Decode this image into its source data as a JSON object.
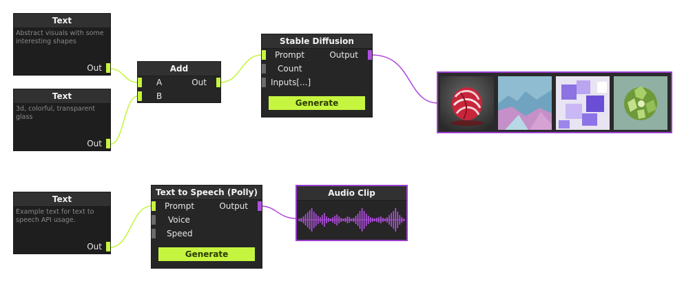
{
  "text_nodes": [
    {
      "title": "Text",
      "content": "Abstract visuals with some interesting shapes",
      "out": "Out"
    },
    {
      "title": "Text",
      "content": "3d, colorful, transparent glass",
      "out": "Out"
    },
    {
      "title": "Text",
      "content": "Example text for text to speech API usage.",
      "out": "Out"
    }
  ],
  "add_node": {
    "title": "Add",
    "input_a": "A",
    "input_b": "B",
    "output": "Out"
  },
  "sd_node": {
    "title": "Stable Diffusion",
    "prompt": "Prompt",
    "count": "Count",
    "inputs": "Inputs[...]",
    "output": "Output",
    "button": "Generate"
  },
  "tts_node": {
    "title": "Text to Speech (Polly)",
    "prompt": "Prompt",
    "voice": "Voice",
    "speed": "Speed",
    "output": "Output",
    "button": "Generate"
  },
  "audio_node": {
    "title": "Audio Clip"
  },
  "gallery": {
    "images": [
      "red-swirl-sculpture",
      "blue-pink-landscape",
      "purple-glass-cubes",
      "green-crystal-cluster"
    ]
  },
  "colors": {
    "accent_green": "#c6f53f",
    "accent_purple": "#b14ee0",
    "node_bg": "#262626",
    "port_gray": "#6b6b6b"
  }
}
